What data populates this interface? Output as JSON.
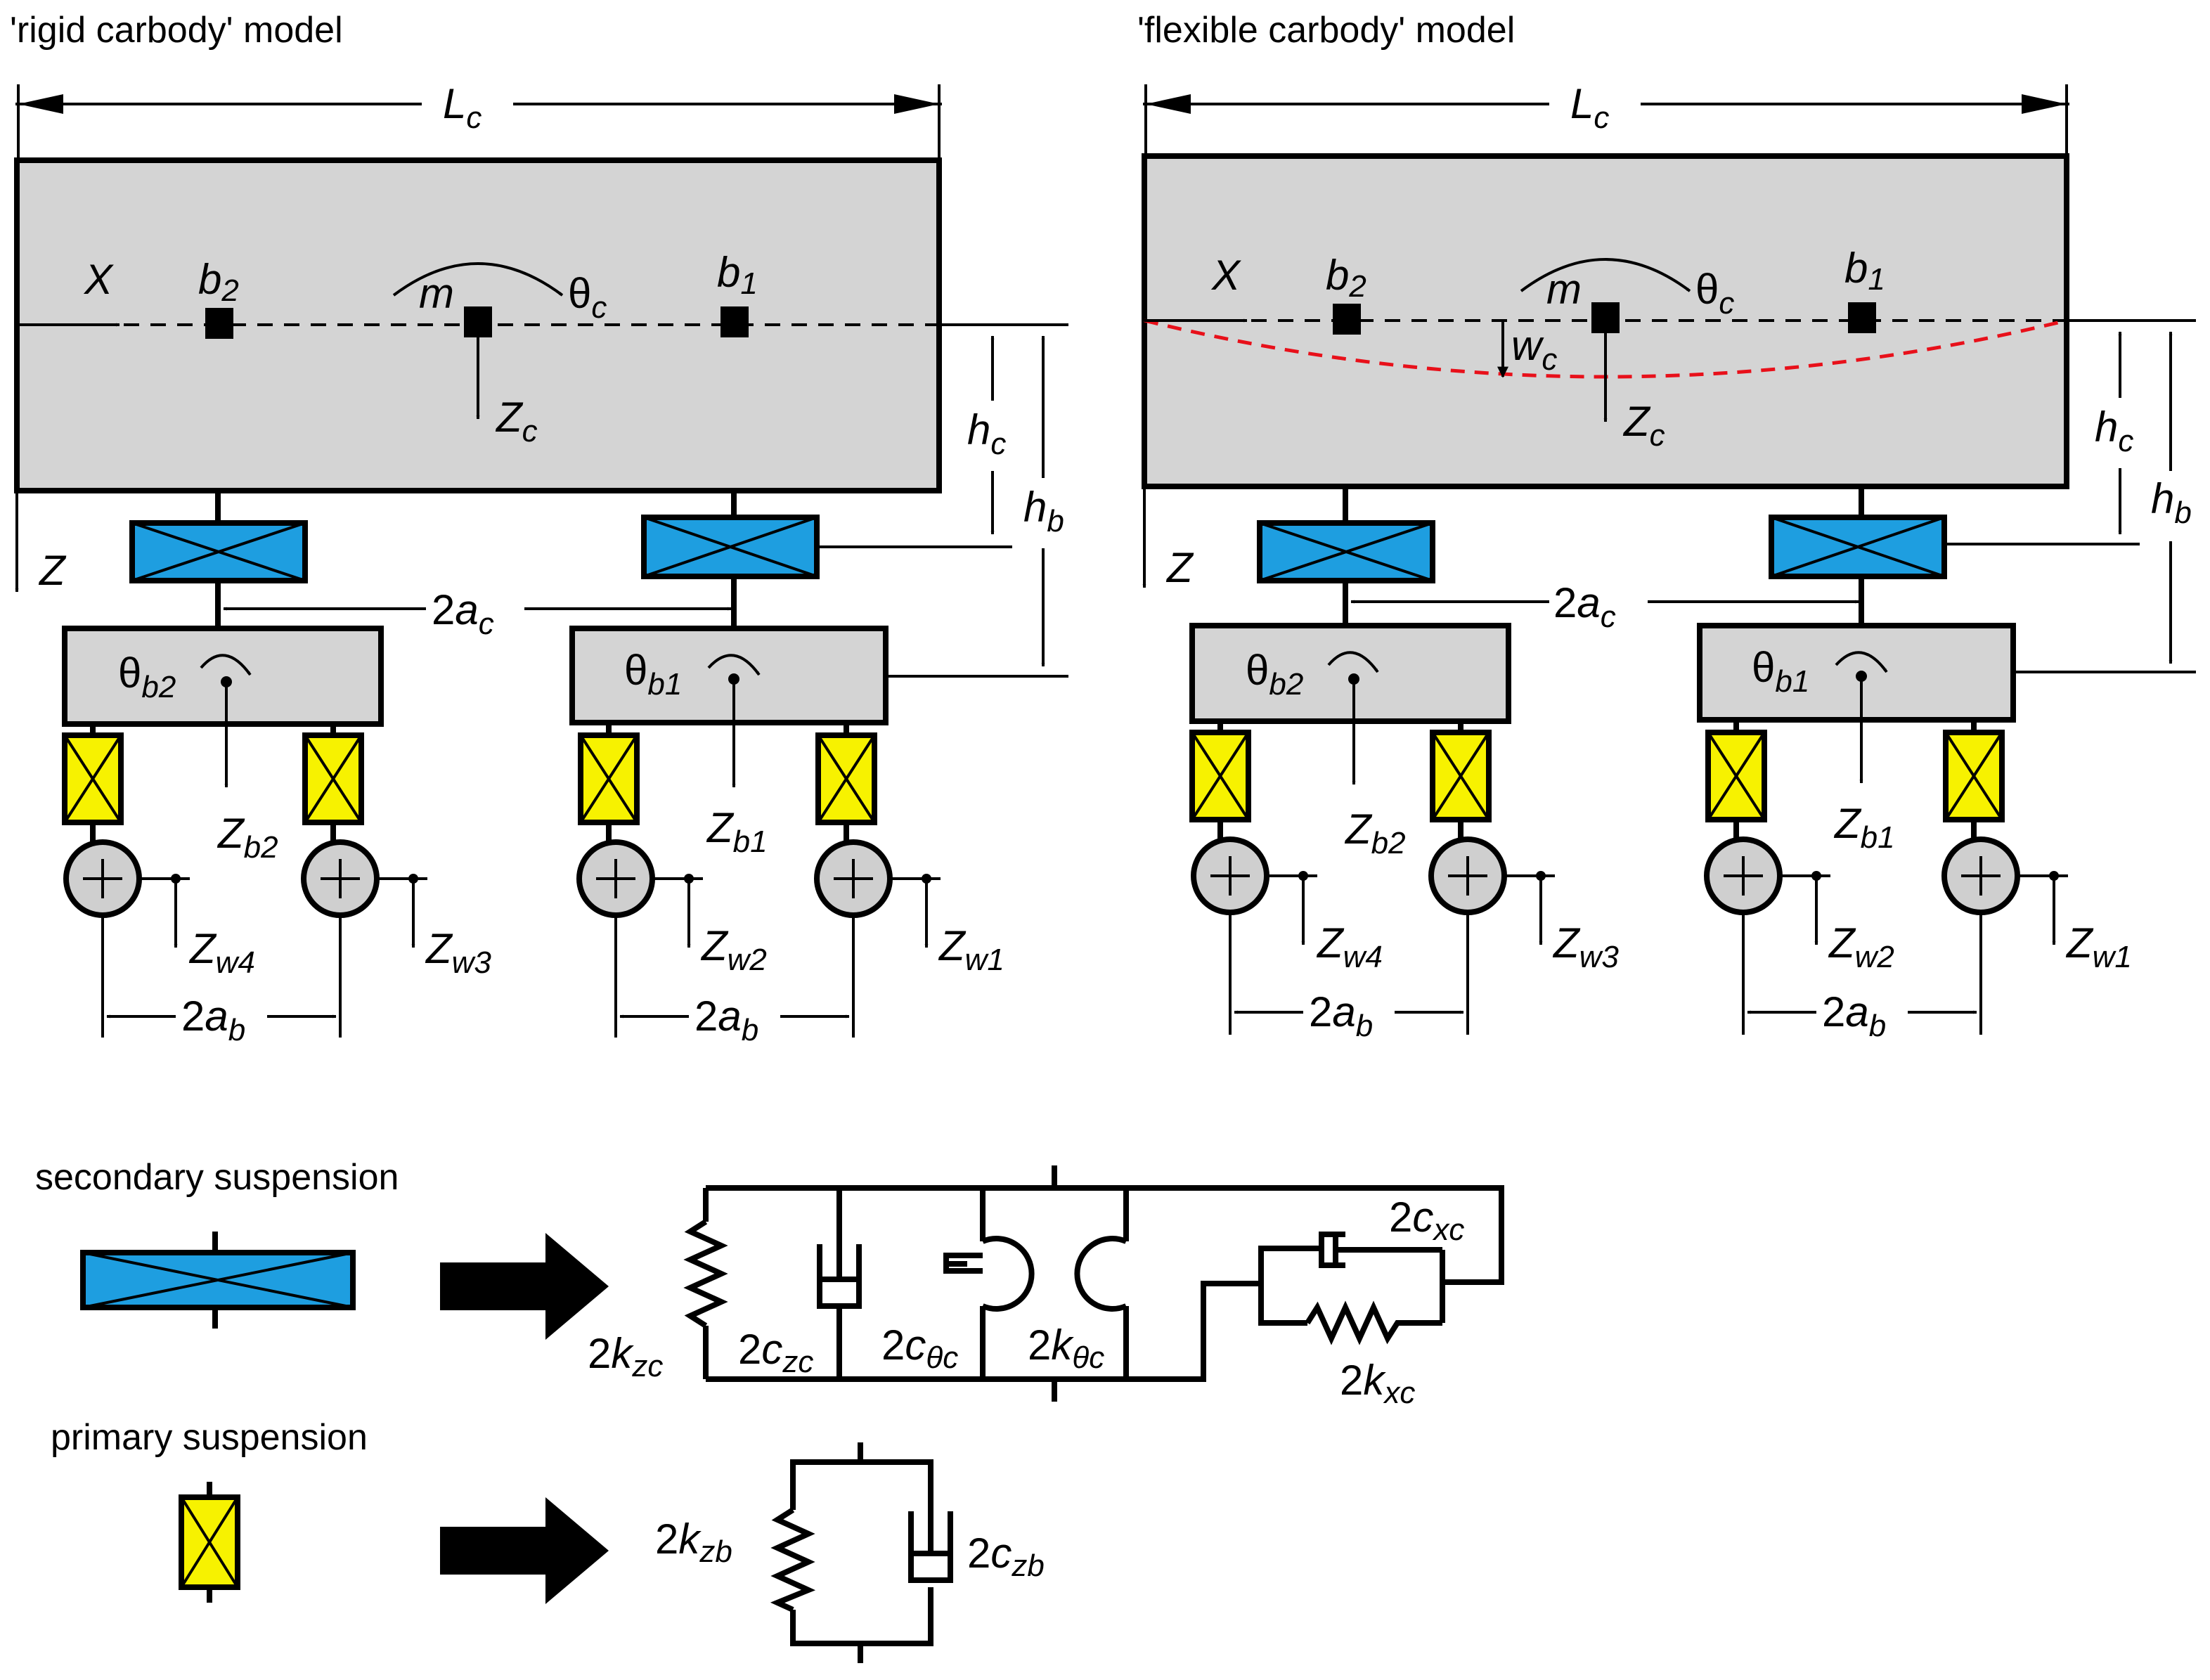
{
  "models": [
    {
      "title": "'rigid carbody'  model",
      "axis_x": "X",
      "axis_z": "Z",
      "mass": "m",
      "bogie_front": {
        "b": "b",
        "sub": "1"
      },
      "bogie_rear": {
        "b": "b",
        "sub": "2"
      },
      "Lc": {
        "main": "L",
        "sub": "c"
      },
      "theta_c": {
        "main": "θ",
        "sub": "c"
      },
      "z_c": {
        "main": "Z",
        "sub": "c"
      },
      "h_c": {
        "main": "h",
        "sub": "c"
      },
      "h_b": {
        "main": "h",
        "sub": "b"
      },
      "two_ac": {
        "pre": "2",
        "main": "a",
        "sub": "c"
      },
      "theta_b2": {
        "main": "θ",
        "sub": "b2"
      },
      "theta_b1": {
        "main": "θ",
        "sub": "b1"
      },
      "z_b2": {
        "main": "Z",
        "sub": "b2"
      },
      "z_b1": {
        "main": "Z",
        "sub": "b1"
      },
      "z_w4": {
        "main": "Z",
        "sub": "w4"
      },
      "z_w3": {
        "main": "Z",
        "sub": "w3"
      },
      "z_w2": {
        "main": "Z",
        "sub": "w2"
      },
      "z_w1": {
        "main": "Z",
        "sub": "w1"
      },
      "two_ab": {
        "pre": "2",
        "main": "a",
        "sub": "b"
      }
    },
    {
      "title": "'flexible carbody'  model",
      "axis_x": "X",
      "axis_z": "Z",
      "mass": "m",
      "bogie_front": {
        "b": "b",
        "sub": "1"
      },
      "bogie_rear": {
        "b": "b",
        "sub": "2"
      },
      "Lc": {
        "main": "L",
        "sub": "c"
      },
      "theta_c": {
        "main": "θ",
        "sub": "c"
      },
      "z_c": {
        "main": "Z",
        "sub": "c"
      },
      "w_c": {
        "main": "w",
        "sub": "c"
      },
      "h_c": {
        "main": "h",
        "sub": "c"
      },
      "h_b": {
        "main": "h",
        "sub": "b"
      },
      "two_ac": {
        "pre": "2",
        "main": "a",
        "sub": "c"
      },
      "theta_b2": {
        "main": "θ",
        "sub": "b2"
      },
      "theta_b1": {
        "main": "θ",
        "sub": "b1"
      },
      "z_b2": {
        "main": "Z",
        "sub": "b2"
      },
      "z_b1": {
        "main": "Z",
        "sub": "b1"
      },
      "z_w4": {
        "main": "Z",
        "sub": "w4"
      },
      "z_w3": {
        "main": "Z",
        "sub": "w3"
      },
      "z_w2": {
        "main": "Z",
        "sub": "w2"
      },
      "z_w1": {
        "main": "Z",
        "sub": "w1"
      },
      "two_ab": {
        "pre": "2",
        "main": "a",
        "sub": "b"
      }
    }
  ],
  "legend": {
    "secondary": {
      "title": "secondary suspension",
      "k_zc": {
        "pre": "2",
        "main": "k",
        "sub": "zc"
      },
      "c_zc": {
        "pre": "2",
        "main": "c",
        "sub": "zc"
      },
      "c_theta_c": {
        "pre": "2",
        "main": "c",
        "sub": "θc"
      },
      "k_theta_c": {
        "pre": "2",
        "main": "k",
        "sub": "θc"
      },
      "c_xc": {
        "pre": "2",
        "main": "c",
        "sub": "xc"
      },
      "k_xc": {
        "pre": "2",
        "main": "k",
        "sub": "xc"
      }
    },
    "primary": {
      "title": "primary suspension",
      "k_zb": {
        "pre": "2",
        "main": "k",
        "sub": "zb"
      },
      "c_zb": {
        "pre": "2",
        "main": "c",
        "sub": "zb"
      }
    }
  },
  "colors": {
    "carbody_fill": "#d4d4d4",
    "secondary_fill": "#1e9ee0",
    "primary_fill": "#f7f200",
    "wheel_fill": "#cfcfcf",
    "deflection_line": "#e8101a",
    "outline": "#000000"
  }
}
